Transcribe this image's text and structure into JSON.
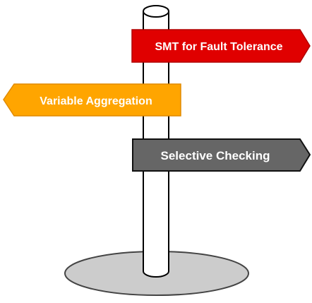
{
  "signs": [
    {
      "label": "SMT for Fault Tolerance",
      "direction": "right",
      "fill": "#e00000",
      "stroke": "#b00000",
      "text_color": "#ffffff"
    },
    {
      "label": "Variable Aggregation",
      "direction": "left",
      "fill": "#ffa500",
      "stroke": "#e08a00",
      "text_color": "#ffffff"
    },
    {
      "label": "Selective Checking",
      "direction": "right",
      "fill": "#666666",
      "stroke": "#111111",
      "text_color": "#ffffff"
    }
  ],
  "colors": {
    "pole_fill": "#ffffff",
    "pole_stroke": "#000000",
    "base_fill": "#cccccc",
    "base_stroke": "#444444"
  }
}
